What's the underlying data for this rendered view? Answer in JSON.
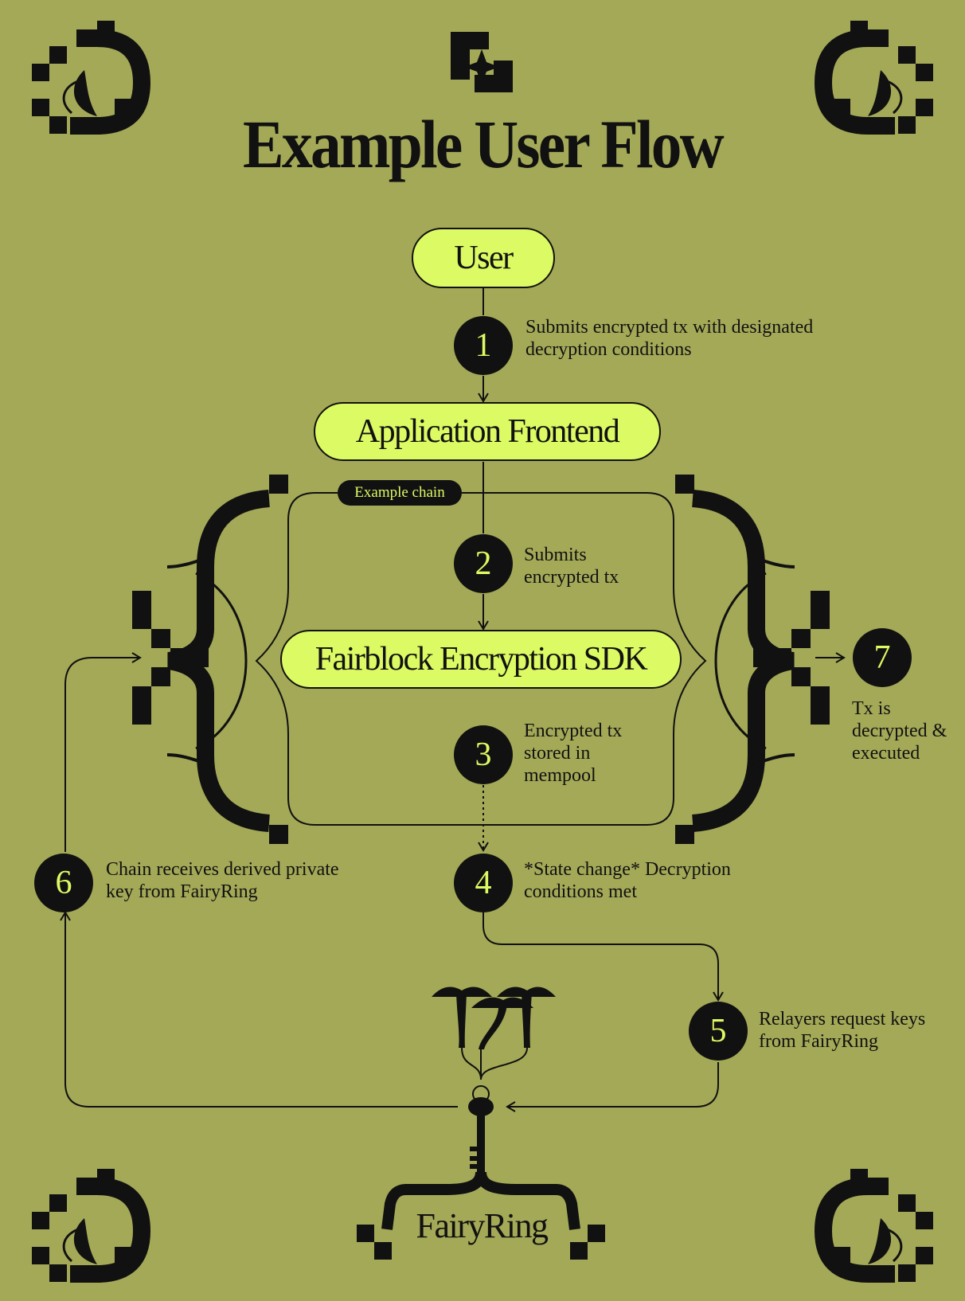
{
  "title": "Example User Flow",
  "nodes": {
    "user": "User",
    "frontend": "Application Frontend",
    "sdk": "Fairblock Encryption SDK",
    "fairyring": "FairyRing"
  },
  "chain_tag": "Example chain",
  "steps": [
    {
      "num": "1",
      "text": "Submits encrypted tx with designated decryption conditions"
    },
    {
      "num": "2",
      "text": "Submits encrypted tx"
    },
    {
      "num": "3",
      "text": "Encrypted tx stored in mempool"
    },
    {
      "num": "4",
      "text": "*State change* Decryption conditions met"
    },
    {
      "num": "5",
      "text": "Relayers request keys from FairyRing"
    },
    {
      "num": "6",
      "text": "Chain receives derived private key from FairyRing"
    },
    {
      "num": "7",
      "text": "Tx is decrypted & executed"
    }
  ],
  "colors": {
    "background": "#a4a957",
    "accent": "#dcfa63",
    "ink": "#111111"
  },
  "icons": {
    "brand_logo": "fairblock-logo-icon",
    "corner_ornaments": "corner-ornament-icon",
    "key": "key-icon",
    "mushrooms": "mushroom-icon"
  }
}
